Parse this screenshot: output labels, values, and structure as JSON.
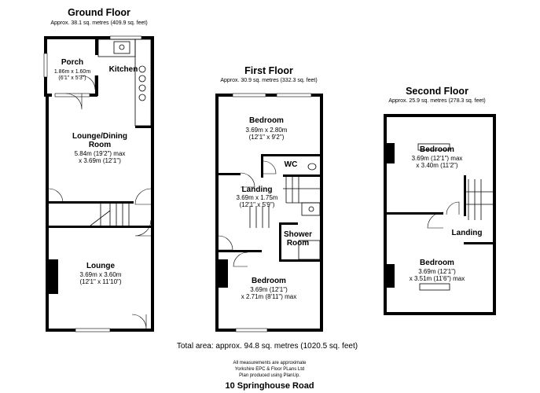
{
  "ground_floor": {
    "title": "Ground Floor",
    "area": "Approx. 38.1 sq. metres (409.9 sq. feet)",
    "rooms": {
      "porch": {
        "name": "Porch",
        "dims": [
          "1.86m x 1.60m",
          "(6'1\" x 5'3\")"
        ]
      },
      "kitchen": {
        "name": "Kitchen"
      },
      "lounge_dining": {
        "name": [
          "Lounge/Dining",
          "Room"
        ],
        "dims": [
          "5.84m (19'2\") max",
          "x 3.69m (12'1\")"
        ]
      },
      "lounge": {
        "name": "Lounge",
        "dims": [
          "3.69m x 3.60m",
          "(12'1\" x 11'10\")"
        ]
      }
    }
  },
  "first_floor": {
    "title": "First Floor",
    "area": "Approx. 30.9 sq. metres (332.3 sq. feet)",
    "rooms": {
      "bedroom_rear": {
        "name": "Bedroom",
        "dims": [
          "3.69m x 2.80m",
          "(12'1\" x 9'2\")"
        ]
      },
      "wc": {
        "name": "WC"
      },
      "landing": {
        "name": "Landing",
        "dims": [
          "3.69m x 1.75m",
          "(12'1\" x 5'9\")"
        ]
      },
      "shower": {
        "name": [
          "Shower",
          "Room"
        ]
      },
      "bedroom_front": {
        "name": "Bedroom",
        "dims": [
          "3.69m (12'1\")",
          "x 2.71m (8'11\") max"
        ]
      }
    }
  },
  "second_floor": {
    "title": "Second Floor",
    "area": "Approx. 25.9 sq. metres (278.3 sq. feet)",
    "rooms": {
      "bedroom_rear": {
        "name": "Bedroom",
        "dims": [
          "3.69m (12'1\") max",
          "x 3.40m (11'2\")"
        ]
      },
      "landing": {
        "name": "Landing"
      },
      "bedroom_front": {
        "name": "Bedroom",
        "dims": [
          "3.69m (12'1\")",
          "x 3.51m (11'6\") max"
        ]
      }
    }
  },
  "footer": {
    "total_area": "Total area: approx. 94.8 sq. metres (1020.5 sq. feet)",
    "notes": [
      "All measurements are approximate",
      "Yorkshire EPC & Floor PLans  Ltd",
      "Plan produced using PlanUp."
    ],
    "address": "10 Springhouse Road"
  }
}
